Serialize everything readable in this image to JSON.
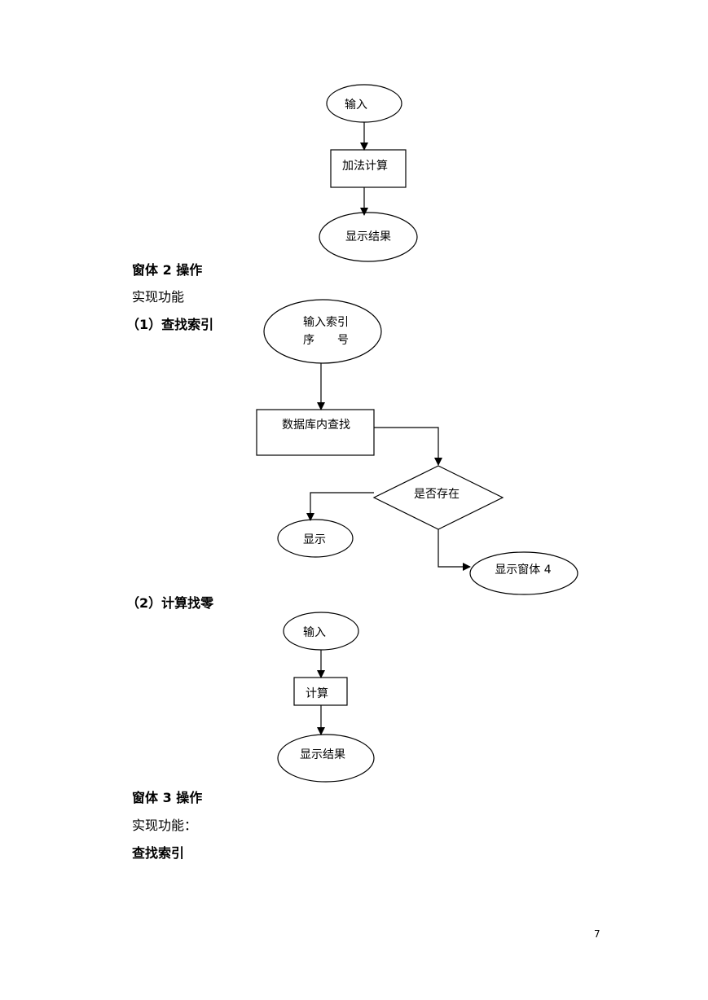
{
  "flowchart_1": {
    "input": "输入",
    "process": "加法计算",
    "output": "显示结果"
  },
  "section_window2": {
    "heading": "窗体 2 操作",
    "subtitle": "实现功能",
    "item1": "（1）查找索引",
    "item2": "（2）计算找零"
  },
  "flowchart_2": {
    "input_line1": "输入索引",
    "input_line2": "序　　号",
    "process": "数据库内查找",
    "decision": "是否存在",
    "branch_left": "显示",
    "branch_right": "显示窗体 4"
  },
  "flowchart_3": {
    "input": "输入",
    "process": "计算",
    "output": "显示结果"
  },
  "section_window3": {
    "heading": "窗体 3 操作",
    "subtitle": "实现功能：",
    "item1": "查找索引"
  },
  "page_number": "7"
}
